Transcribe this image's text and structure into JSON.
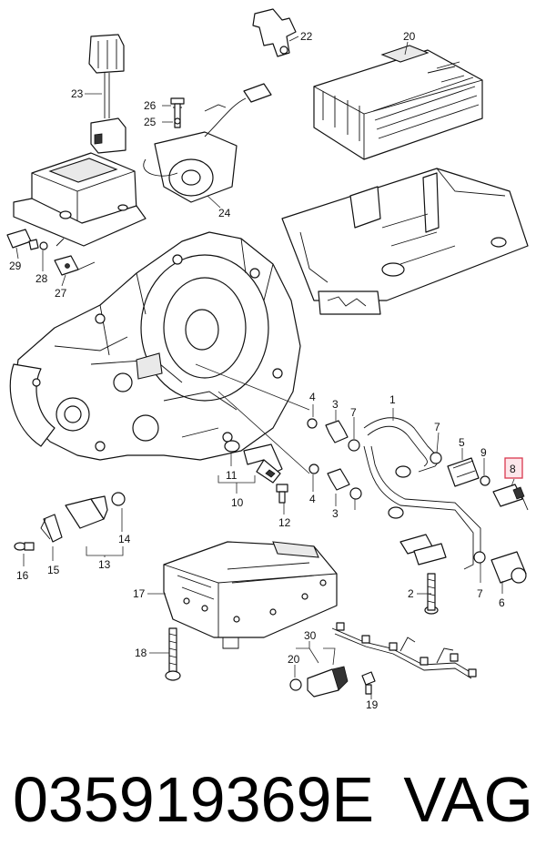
{
  "callouts": {
    "c1": "1",
    "c2": "2",
    "c3a": "3",
    "c3b": "3",
    "c4a": "4",
    "c4b": "4",
    "c5": "5",
    "c6": "6",
    "c7a": "7",
    "c7b": "7",
    "c7c": "7",
    "c8": "8",
    "c9": "9",
    "c10": "10",
    "c11": "11",
    "c12": "12",
    "c13": "13",
    "c14": "14",
    "c15": "15",
    "c16": "16",
    "c17": "17",
    "c18": "18",
    "c19": "19",
    "c20a": "20",
    "c20b": "20",
    "c22": "22",
    "c23": "23",
    "c24": "24",
    "c25": "25",
    "c26": "26",
    "c27": "27",
    "c28": "28",
    "c29": "29",
    "c30": "30"
  },
  "highlight": {
    "callout": "8",
    "color": "#d9384f"
  },
  "footer": {
    "part_number": "035919369E",
    "brand": "VAG"
  }
}
